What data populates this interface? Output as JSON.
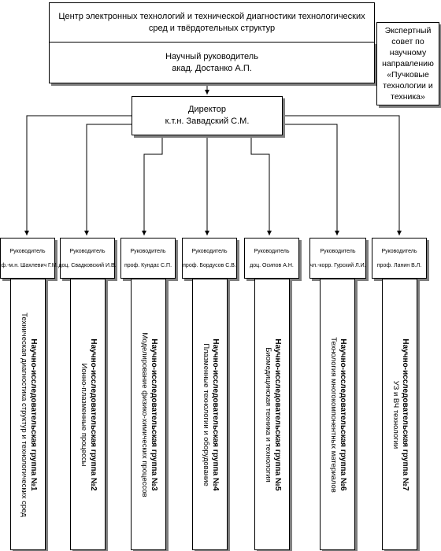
{
  "org": {
    "title": "Центр электронных технологий и технической диагностики технологических сред и твёрдотельных структур"
  },
  "scientific_head": {
    "role": "Научный руководитель",
    "name": "акад. Достанко А.П."
  },
  "expert_council": {
    "text": "Экспертный совет по научному направлению «Пучковые технологии и техника»"
  },
  "director": {
    "role": "Директор",
    "name": "к.т.н. Завадский С.М."
  },
  "groups": [
    {
      "lead_label": "Руководитель",
      "lead_name": "к.ф.-м.н. Шахлевич Г.М.",
      "name": "Научно-исследовательская группа №1",
      "topic": "Техническая диагностика структур и технологических сред"
    },
    {
      "lead_label": "Руководитель",
      "lead_name": "доц. Свадковский И.В.",
      "name": "Научно-исследовательская группа №2",
      "topic": "Ионно-плазменные процессы"
    },
    {
      "lead_label": "Руководитель",
      "lead_name": "проф. Кундас С.П.",
      "name": "Научно-исследовательская группа №3",
      "topic": "Моделирование физико-химических процессов"
    },
    {
      "lead_label": "Руководитель",
      "lead_name": "проф. Бордусов С.В.",
      "name": "Научно-исследовательская группа №4",
      "topic": "Плазменные технологии и оборудование"
    },
    {
      "lead_label": "Руководитель",
      "lead_name": "доц. Осипов А.Н.",
      "name": "Научно-исследовательская группа №5",
      "topic": "Биомедицинская техника и технология"
    },
    {
      "lead_label": "Руководитель",
      "lead_name": "чл.-корр. Гурский Л.И.",
      "name": "Научно-исследовательская группа №6",
      "topic": "Технология многокомпонентных материалов"
    },
    {
      "lead_label": "Руководитель",
      "lead_name": "проф. Ланин В.Л.",
      "name": "Научно-исследовательская группа №7",
      "topic": "УЗ и ВЧ технологии"
    }
  ]
}
